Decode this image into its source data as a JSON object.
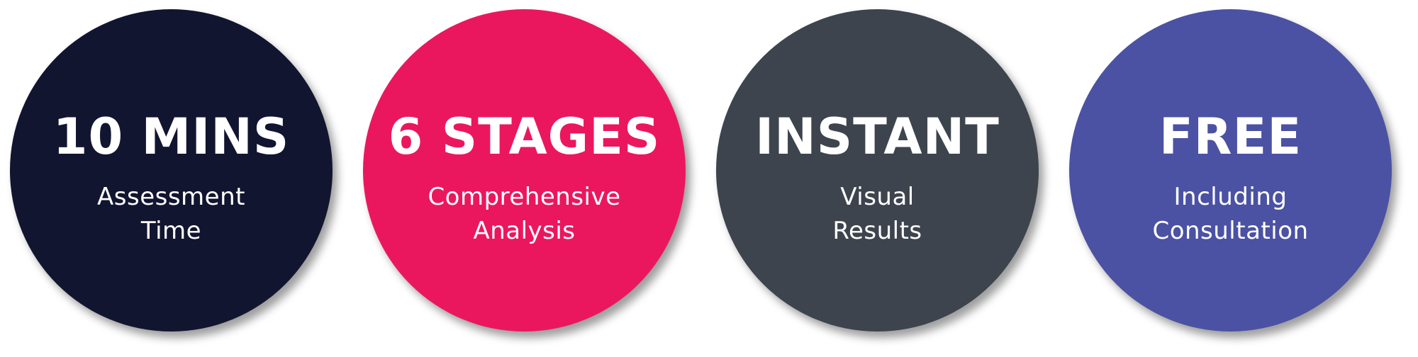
{
  "stats": [
    {
      "headline": "10 MINS",
      "line1": "Assessment",
      "line2": "Time",
      "color": "#121530"
    },
    {
      "headline": "6 STAGES",
      "line1": "Comprehensive",
      "line2": "Analysis",
      "color": "#eb175e"
    },
    {
      "headline": "INSTANT",
      "line1": "Visual",
      "line2": "Results",
      "color": "#3d444d"
    },
    {
      "headline": "FREE",
      "line1": "Including",
      "line2": "Consultation",
      "color": "#4b52a3"
    }
  ]
}
